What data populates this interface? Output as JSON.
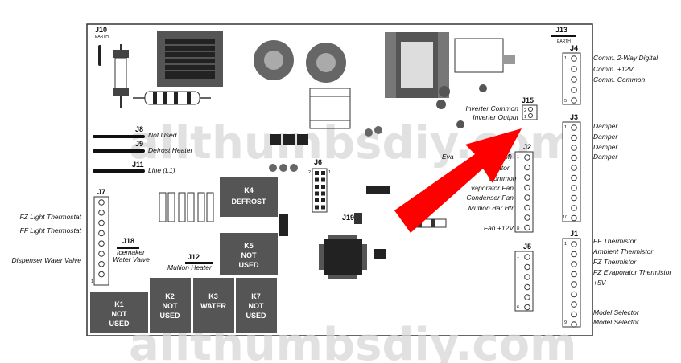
{
  "connectors": {
    "j10": "J10",
    "j10_sub": "EARTH",
    "j13": "J13",
    "j13_sub": "EARTH",
    "j4": "J4",
    "j15": "J15",
    "j3": "J3",
    "j2": "J2",
    "j5": "J5",
    "j1": "J1",
    "j7": "J7",
    "j8": "J8",
    "j9": "J9",
    "j11": "J11",
    "j18": "J18",
    "j12": "J12",
    "j6": "J6",
    "j19": "J19"
  },
  "pins": {
    "j4_first": "1",
    "j4_last": "5",
    "j3_first": "1",
    "j3_last": "10",
    "j2_first": "1",
    "j2_last": "8",
    "j5_first": "1",
    "j5_last": "6",
    "j1_first": "1",
    "j1_last": "9",
    "j7_first": "1",
    "j6_left": "2",
    "j6_right": "1"
  },
  "labels": {
    "j4": [
      "Comm. 2-Way Digital",
      "Comm. +12V",
      "Comm. Common"
    ],
    "j15": [
      "Inverter Common",
      "Inverter Output"
    ],
    "j3": [
      "Damper",
      "Damper",
      "Damper",
      "Damper"
    ],
    "j2_partial": [
      "Eva",
      "M)",
      "ator",
      "Common",
      "vaporator Fan",
      "Condenser Fan",
      "Mullion Bar Htr",
      "Fan +12V"
    ],
    "j1": [
      "FF Thermistor",
      "Ambient Thermistor",
      "FZ Thermistor",
      "FZ Evaporator Thermistor",
      "+5V",
      "Model Selector",
      "Model Selector"
    ],
    "j8": "Not Used",
    "j9": "Defrost Heater",
    "j11": "Line (L1)",
    "j7": [
      "FZ Light Thermostat",
      "FF Light Thermostat",
      "Dispenser Water Valve"
    ],
    "j18": [
      "Icemaker",
      "Water Valve"
    ],
    "j12": "Mullion Heater"
  },
  "relays": {
    "k4": [
      "K4",
      "DEFROST"
    ],
    "k5": [
      "K5",
      "NOT",
      "USED"
    ],
    "k1": [
      "K1",
      "NOT",
      "USED"
    ],
    "k2": [
      "K2",
      "NOT",
      "USED"
    ],
    "k3": [
      "K3",
      "WATER"
    ],
    "k7": [
      "K7",
      "NOT",
      "USED"
    ]
  },
  "watermark": "allthumbsdiy.com",
  "colors": {
    "board_outline": "#333333",
    "relay_fill": "#555555",
    "arrow": "#ff0000",
    "watermark": "#d8d8d8"
  }
}
